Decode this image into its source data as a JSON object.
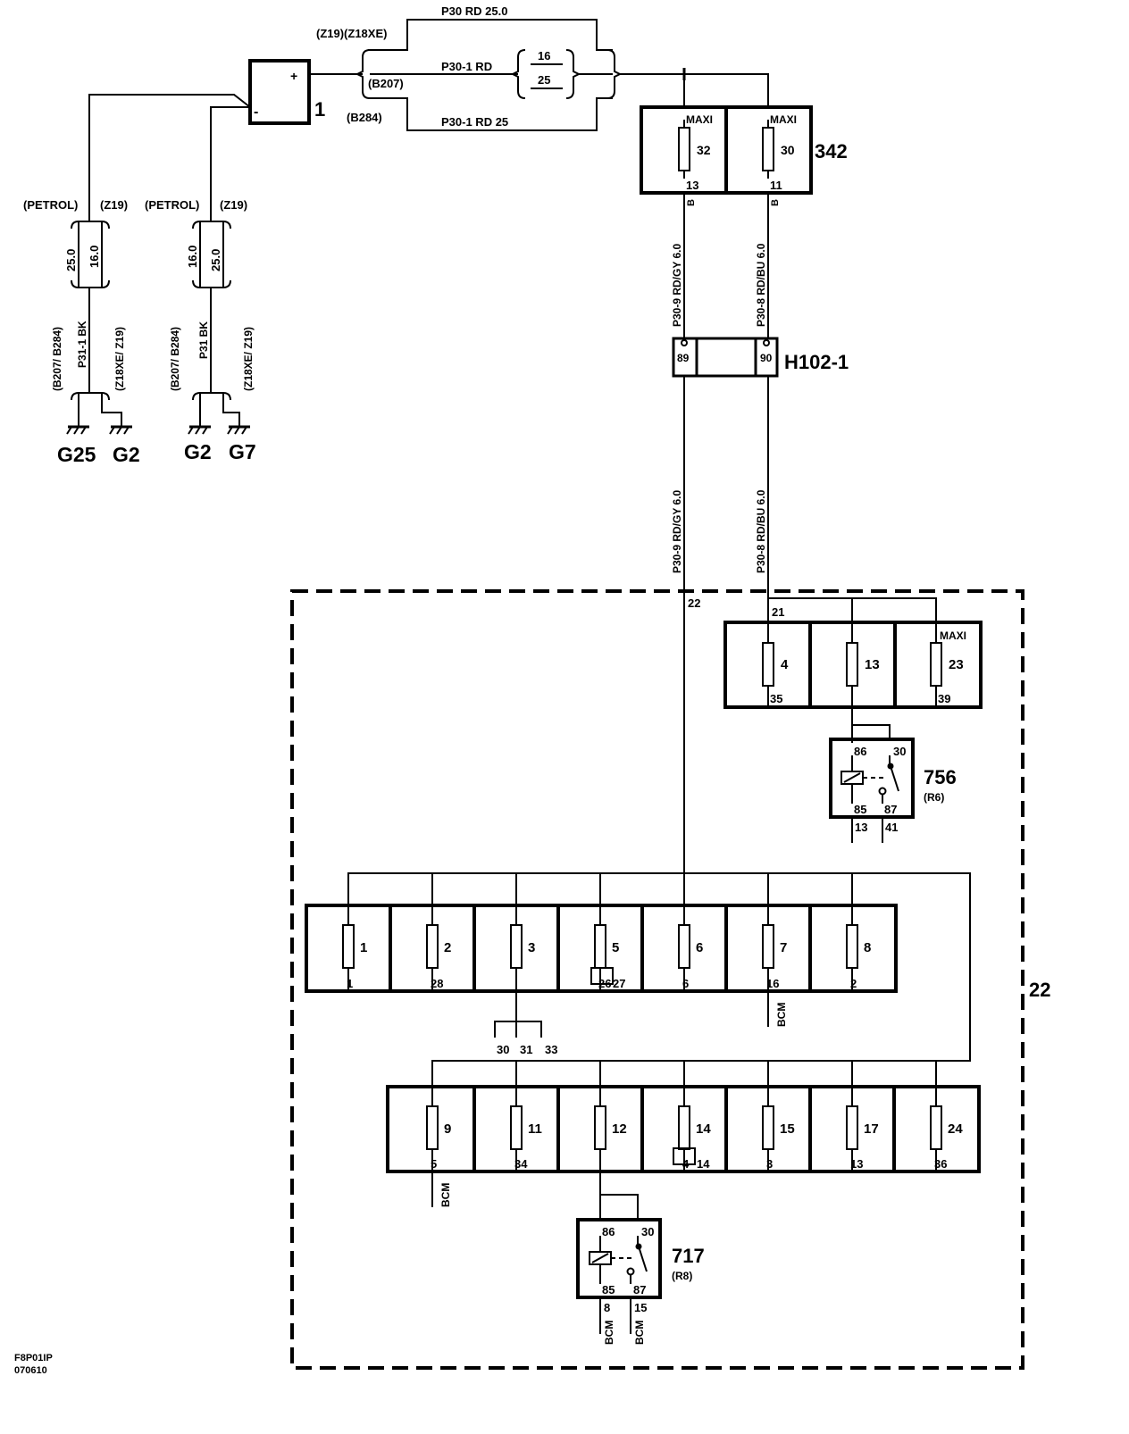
{
  "battery": {
    "ref": "1",
    "plus": "+",
    "minus": "-"
  },
  "battery_cables": {
    "variants": [
      "(Z19)(Z18XE)",
      "(B207)",
      "(B284)"
    ],
    "top": "P30  RD  25.0",
    "mid": "P30-1  RD",
    "mid_options": [
      "16",
      "25"
    ],
    "bottom": "P30-1  RD  25"
  },
  "ground_left": {
    "variants": [
      "(PETROL)",
      "(Z19)"
    ],
    "sizes": [
      "25.0",
      "16.0"
    ],
    "wire": "P31-1  BK",
    "lower_variants": [
      "(B207/ B284)",
      "(Z18XE/ Z19)"
    ],
    "grounds": [
      "G25",
      "G2"
    ]
  },
  "ground_right": {
    "variants": [
      "(PETROL)",
      "(Z19)"
    ],
    "sizes": [
      "16.0",
      "25.0"
    ],
    "wire": "P31  BK",
    "lower_variants": [
      "(B207/ B284)",
      "(Z18XE/ Z19)"
    ],
    "grounds": [
      "G2",
      "G7"
    ]
  },
  "maxi_box": {
    "ref": "342",
    "fuses": [
      {
        "label": "MAXI",
        "num": "32",
        "pin": "13",
        "conn": "B"
      },
      {
        "label": "MAXI",
        "num": "30",
        "pin": "11",
        "conn": "B"
      }
    ]
  },
  "wires": {
    "left_upper": "P30-9  RD/GY  6.0",
    "right_upper": "P30-8  RD/BU  6.0",
    "left_lower": "P30-9  RD/GY  6.0",
    "right_lower": "P30-8  RD/BU  6.0"
  },
  "connector": {
    "ref": "H102-1",
    "pins": [
      "89",
      "90"
    ]
  },
  "fusebox": {
    "ref": "22",
    "in_pins": [
      "22",
      "21"
    ],
    "top_row": [
      {
        "num": "4",
        "pin": "35",
        "maxi": ""
      },
      {
        "num": "13",
        "pin": "",
        "maxi": ""
      },
      {
        "num": "23",
        "pin": "39",
        "maxi": "MAXI"
      }
    ],
    "row1": [
      {
        "num": "1",
        "pin": "1"
      },
      {
        "num": "2",
        "pin": "28"
      },
      {
        "num": "3",
        "pin": ""
      },
      {
        "num": "5",
        "pin": "26",
        "pin2": "27"
      },
      {
        "num": "6",
        "pin": "6"
      },
      {
        "num": "7",
        "pin": "16"
      },
      {
        "num": "8",
        "pin": "2"
      }
    ],
    "row1_sub": [
      "30",
      "31",
      "33"
    ],
    "row2": [
      {
        "num": "9",
        "pin": "5"
      },
      {
        "num": "11",
        "pin": "34"
      },
      {
        "num": "12",
        "pin": ""
      },
      {
        "num": "14",
        "pin": "4",
        "pin2": "14"
      },
      {
        "num": "15",
        "pin": "3"
      },
      {
        "num": "17",
        "pin": "13"
      },
      {
        "num": "24",
        "pin": "36"
      }
    ],
    "bcm": "BCM"
  },
  "relay_756": {
    "ref": "756",
    "sub": "(R6)",
    "pins": [
      "86",
      "30",
      "85",
      "87"
    ],
    "outs": [
      "13",
      "41"
    ]
  },
  "relay_717": {
    "ref": "717",
    "sub": "(R8)",
    "pins": [
      "86",
      "30",
      "85",
      "87"
    ],
    "outs": [
      "8",
      "15"
    ]
  },
  "footer": {
    "code": "F8P01IP",
    "date": "070610"
  }
}
